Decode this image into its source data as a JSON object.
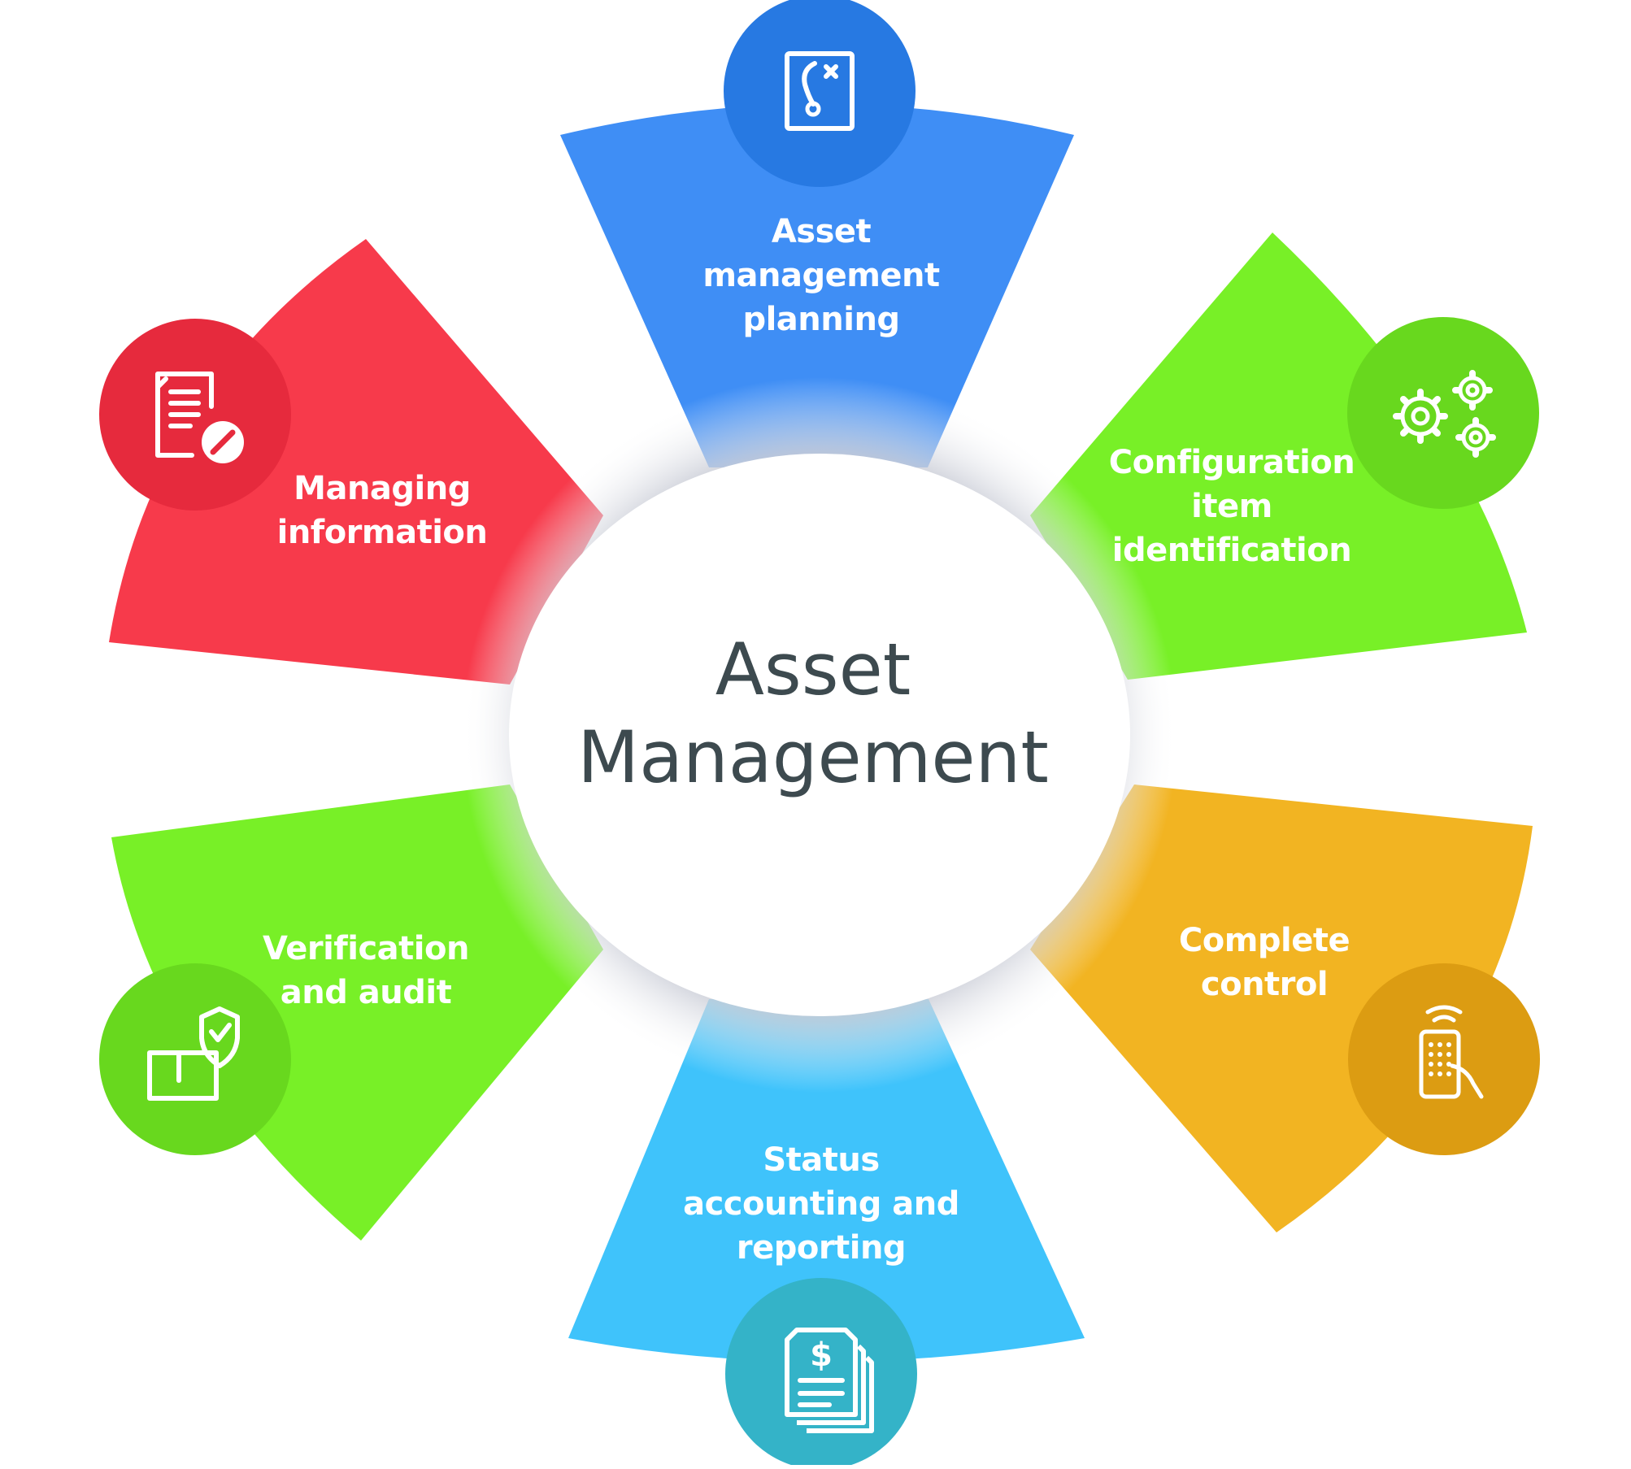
{
  "center": {
    "title": "Asset\nManagement"
  },
  "segments": [
    {
      "id": "asset-management-planning",
      "label": "Asset\nmanagement\nplanning",
      "color": "#3f8ef5",
      "icon_color": "#2779e2",
      "icon": "strategy-board-icon"
    },
    {
      "id": "configuration-item-identification",
      "label": "Configuration\nitem\nidentification",
      "color": "#78f027",
      "icon_color": "#68d81e",
      "icon": "gears-icon"
    },
    {
      "id": "complete-control",
      "label": "Complete\ncontrol",
      "color": "#f2b422",
      "icon_color": "#dc9c12",
      "icon": "remote-control-icon"
    },
    {
      "id": "status-accounting-and-reporting",
      "label": "Status\naccounting and\nreporting",
      "color": "#3fc3fb",
      "icon_color": "#34b3c8",
      "icon": "invoice-documents-icon"
    },
    {
      "id": "verification-and-audit",
      "label": "Verification\nand audit",
      "color": "#78f027",
      "icon_color": "#68d81e",
      "icon": "shield-check-box-icon"
    },
    {
      "id": "managing-information",
      "label": "Managing\ninformation",
      "color": "#f73a4b",
      "icon_color": "#e62a3d",
      "icon": "document-edit-icon"
    }
  ]
}
